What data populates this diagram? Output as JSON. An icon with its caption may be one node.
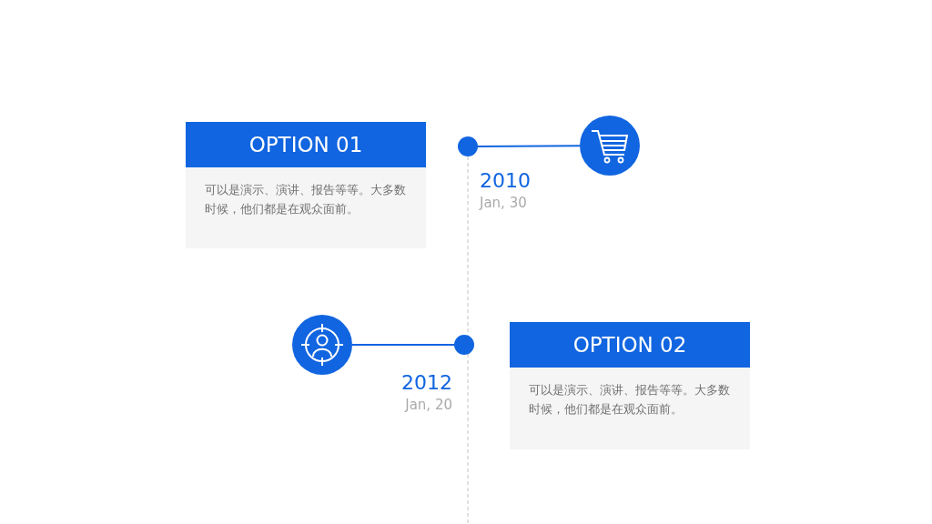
{
  "diagram": {
    "nodes": [
      {
        "text": [
          "OPTION 01",
          "可以是演示、演讲、报告等等。大多数时候，他们都是在观众面前。"
        ]
      },
      {
        "text": [],
        "shape": "circle",
        "beside": [
          "2010",
          "Jan, 30"
        ]
      },
      {
        "text": [],
        "shape": "circle"
      },
      {
        "text": [],
        "shape": "circle"
      },
      {
        "text": [],
        "shape": "circle",
        "beside": [
          "2012",
          "Jan, 20"
        ]
      },
      {
        "text": [
          "OPTION 02",
          "可以是演示、演讲、报告等等。大多数时候，他们都是在观众面前。"
        ]
      }
    ],
    "edges": [
      {
        "from": 1,
        "to": 2,
        "arrow": "none"
      },
      {
        "from": 3,
        "to": 4,
        "arrow": "none"
      }
    ]
  }
}
